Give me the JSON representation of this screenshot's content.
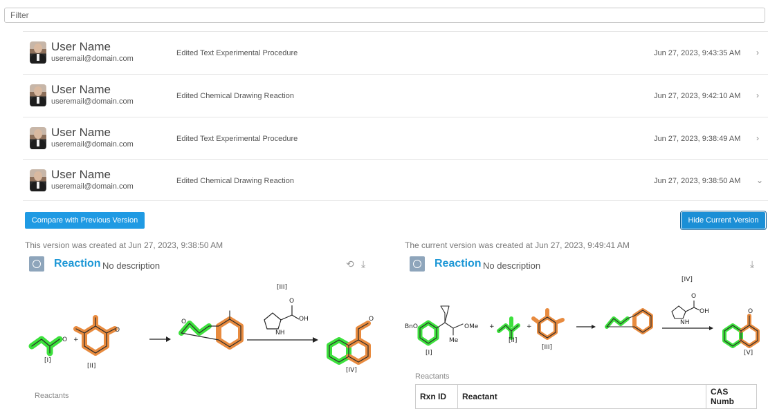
{
  "filter": {
    "placeholder": "Filter"
  },
  "history": [
    {
      "name": "User Name",
      "email": "useremail@domain.com",
      "action": "Edited Text Experimental Procedure",
      "timestamp": "Jun 27, 2023, 9:43:35 AM",
      "chevron": "›"
    },
    {
      "name": "User Name",
      "email": "useremail@domain.com",
      "action": "Edited Chemical Drawing Reaction",
      "timestamp": "Jun 27, 2023, 9:42:10 AM",
      "chevron": "›"
    },
    {
      "name": "User Name",
      "email": "useremail@domain.com",
      "action": "Edited Text Experimental Procedure",
      "timestamp": "Jun 27, 2023, 9:38:49 AM",
      "chevron": "›"
    },
    {
      "name": "User Name",
      "email": "useremail@domain.com",
      "action": "Edited Chemical Drawing Reaction",
      "timestamp": "Jun 27, 2023, 9:38:50 AM",
      "chevron": "⌄"
    }
  ],
  "detail": {
    "compare_label": "Compare with Previous Version",
    "hide_label": "Hide Current Version",
    "left": {
      "note": "This version was created at Jun 27, 2023, 9:38:50 AM",
      "title": "Reaction",
      "description": "No description",
      "labels": {
        "r1": "[I]",
        "r2": "[II]",
        "cat": "[III]",
        "prod": "[IV]",
        "oh": "OH",
        "nh": "NH",
        "o1": "O",
        "o2": "O",
        "o3": "O",
        "o4": "O",
        "o5": "O"
      },
      "plus": "+",
      "reactants_label": "Reactants"
    },
    "right": {
      "note": "The current version was created at Jun 27, 2023, 9:49:41 AM",
      "title": "Reaction",
      "description": "No description",
      "labels": {
        "r1": "[I]",
        "r2": "[II]",
        "r3": "[III]",
        "cat": "[IV]",
        "prod": "[V]",
        "bno": "BnO",
        "ome": "OMe",
        "me": "Me",
        "oh": "OH",
        "nh": "NH",
        "o1": "O",
        "o2": "O"
      },
      "plus": "+",
      "reactants_label": "Reactants",
      "table_headers": [
        "Rxn ID",
        "Reactant",
        "CAS Numb"
      ]
    }
  },
  "colors": {
    "accent": "#1c97d6",
    "green": "#3ce13c",
    "orange": "#e88b3f"
  },
  "icons": {
    "undo": "undo-icon",
    "download": "download-icon",
    "reaction": "reaction-icon"
  }
}
